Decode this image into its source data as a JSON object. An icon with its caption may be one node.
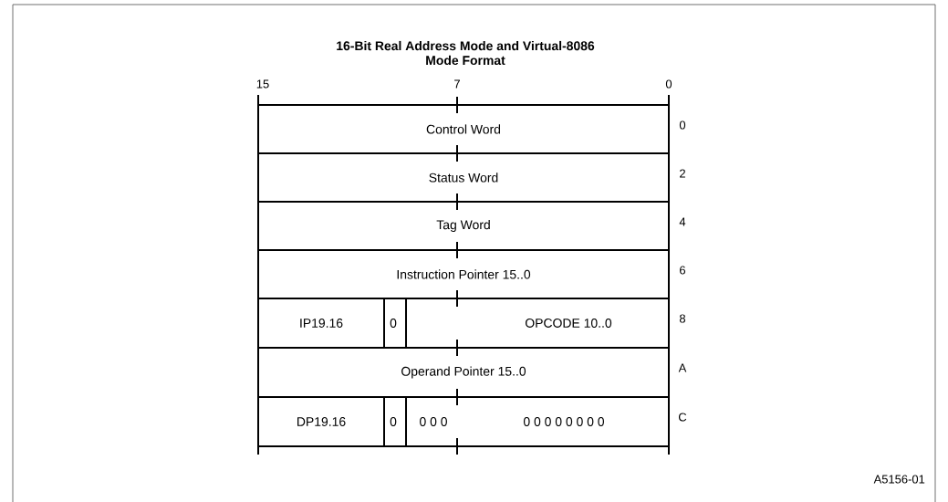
{
  "diagram": {
    "title": "16-Bit Real Address Mode and Virtual-8086 Mode Format",
    "nodes": [
      {
        "text": [
          "Control Word"
        ]
      },
      {
        "text": [
          "Status Word"
        ]
      },
      {
        "text": [
          "Tag Word"
        ]
      },
      {
        "text": [
          "Instruction Pointer 15..0"
        ]
      },
      {
        "text": [
          "IP19.16"
        ]
      },
      {
        "text": [
          "0"
        ]
      },
      {
        "text": [
          "OPCODE 10..0"
        ]
      },
      {
        "text": [
          "Operand Pointer 15..0"
        ]
      },
      {
        "text": [
          "DP19.16"
        ]
      },
      {
        "text": [
          "0"
        ]
      },
      {
        "text": [
          "0 0 0",
          "0 0 0 0 0 0 0 0"
        ]
      }
    ],
    "labels": [
      "15",
      "7",
      "0",
      "0",
      "2",
      "4",
      "6",
      "8",
      "A",
      "C",
      "A5156-01"
    ]
  }
}
